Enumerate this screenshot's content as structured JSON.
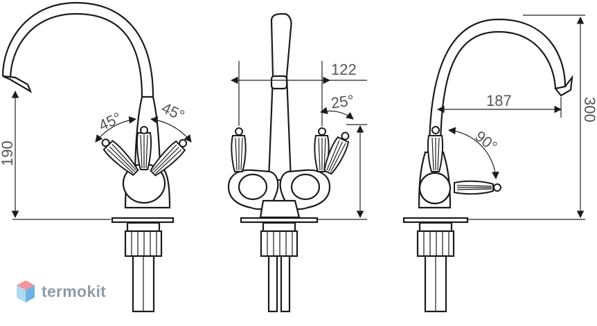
{
  "dimensions": {
    "height_spout": "190",
    "angle_left": "45°",
    "angle_right": "45°",
    "handle_spacing": "122",
    "angle_front": "25°",
    "reach": "187",
    "total_height": "300",
    "angle_side": "90°"
  },
  "watermark": {
    "text": "termokit",
    "colors": {
      "top": "#f07a86",
      "left": "#9fd0ef",
      "right": "#4aa0df",
      "text": "#6b7c8a"
    }
  }
}
